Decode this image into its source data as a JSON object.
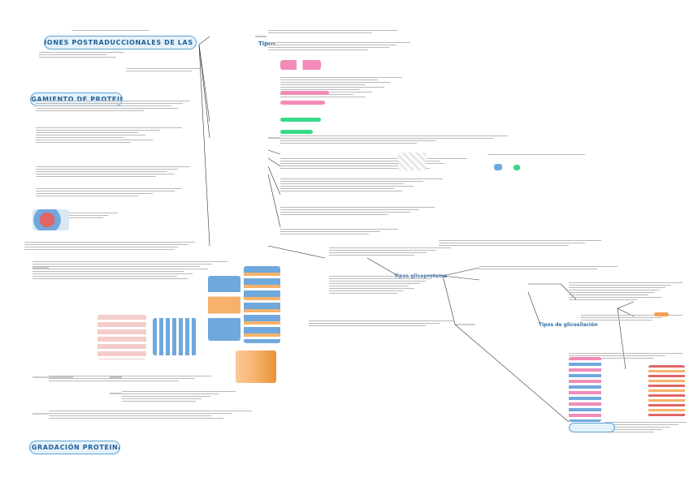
{
  "sheet": {
    "headings": {
      "modificaciones": "MODIFICACIONES POSTRADUCCIONALES DE LAS PROTEINAS",
      "plegamiento": "PLEGAMIENTO DE PROTEINAS",
      "degradacion": "DEGRADACIÓN PROTEINAS"
    },
    "labels": {
      "tipos": "Tipos",
      "tipos_glicoproteina": "Tipos glicoproteína",
      "tipos_glicosilacion": "Tipos de glicosilación"
    }
  },
  "colors": {
    "heading_border": "#5aa2d6",
    "heading_fill": "#e6f2fb",
    "accent_blue": "#2e6ea6",
    "highlight_pink": "#f28bb8",
    "highlight_green": "#39d98a",
    "highlight_orange": "#f3a05a",
    "figure_blue": "#6fa8dc",
    "figure_red": "#e06666"
  }
}
